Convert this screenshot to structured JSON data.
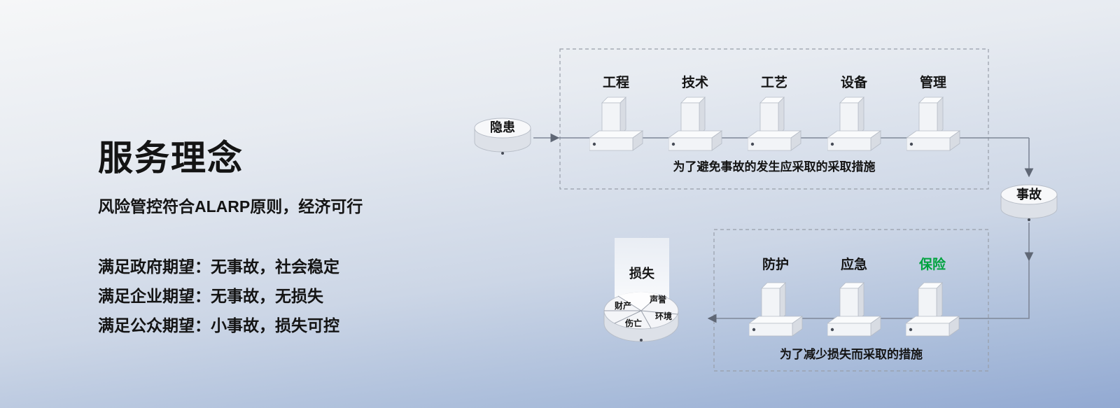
{
  "left_panel": {
    "title": "服务理念",
    "subtitle": "风险管控符合ALARP原则，经济可行",
    "expectations": [
      "满足政府期望：无事故，社会稳定",
      "满足企业期望：无事故，无损失",
      "满足公众期望：小事故，损失可控"
    ]
  },
  "diagram": {
    "hazard_label": "隐患",
    "accident_label": "事故",
    "loss_label": "损失",
    "prevention": {
      "barriers": [
        "工程",
        "技术",
        "工艺",
        "设备",
        "管理"
      ],
      "caption": "为了避免事故的发生应采取的采取措施"
    },
    "mitigation": {
      "barriers": [
        "防护",
        "应急",
        "保险"
      ],
      "caption": "为了减少损失而采取的措施",
      "insurance_color": "#00a33e"
    },
    "loss_segments": [
      "财产",
      "声誉",
      "伤亡",
      "环境"
    ]
  }
}
